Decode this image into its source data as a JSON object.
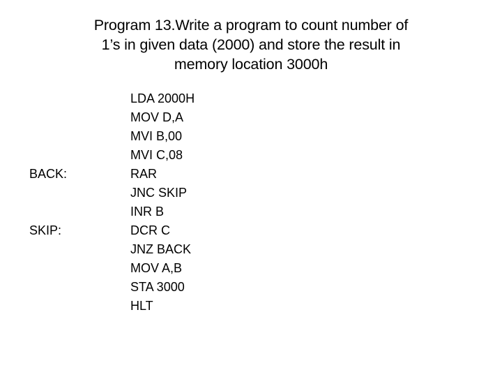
{
  "slide": {
    "title_lines": [
      "Program 13.Write a program to count number of",
      "1’s in given data (2000) and store the result in",
      "memory location 3000h"
    ],
    "background_color": "#ffffff",
    "text_color": "#000000"
  },
  "code_listing": {
    "rows": [
      {
        "label": "",
        "instruction": "LDA 2000H"
      },
      {
        "label": "",
        "instruction": "MOV D,A"
      },
      {
        "label": "",
        "instruction": "MVI B,00"
      },
      {
        "label": "",
        "instruction": "MVI C,08"
      },
      {
        "label": "BACK:",
        "instruction": "RAR"
      },
      {
        "label": "",
        "instruction": "JNC SKIP"
      },
      {
        "label": "",
        "instruction": "INR B"
      },
      {
        "label": "SKIP:",
        "instruction": "DCR C"
      },
      {
        "label": "",
        "instruction": "JNZ BACK"
      },
      {
        "label": "",
        "instruction": "MOV A,B"
      },
      {
        "label": "",
        "instruction": "STA 3000"
      },
      {
        "label": "",
        "instruction": "HLT"
      }
    ]
  }
}
